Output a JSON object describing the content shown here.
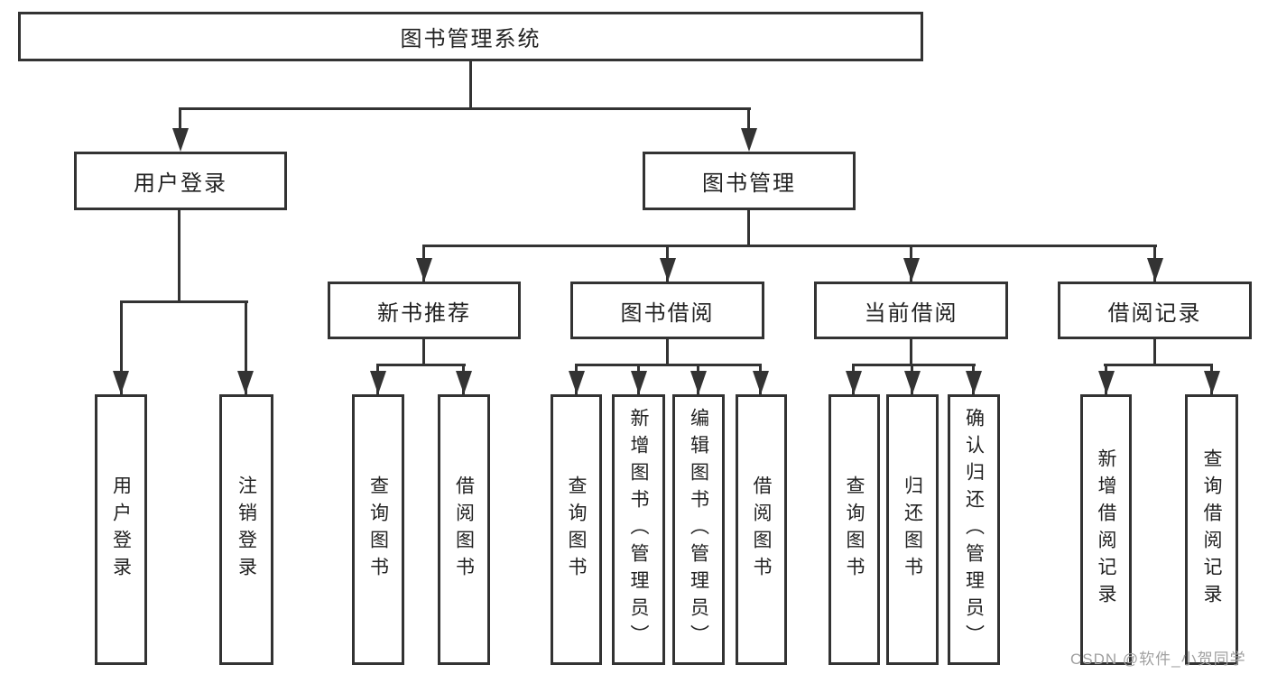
{
  "colors": {
    "line": "#333333",
    "text": "#222222",
    "background": "#ffffff",
    "watermark": "#a0a0a0"
  },
  "watermark": {
    "text": "CSDN @软件_小贺同学"
  },
  "tree": {
    "label": "图书管理系统",
    "children": [
      {
        "label": "用户登录",
        "children": [
          {
            "label": "用户登录"
          },
          {
            "label": "注销登录"
          }
        ]
      },
      {
        "label": "图书管理",
        "children": [
          {
            "label": "新书推荐",
            "children": [
              {
                "label": "查询图书"
              },
              {
                "label": "借阅图书"
              }
            ]
          },
          {
            "label": "图书借阅",
            "children": [
              {
                "label": "查询图书"
              },
              {
                "label": "新增图书（管理员）"
              },
              {
                "label": "编辑图书（管理员）"
              },
              {
                "label": "借阅图书"
              }
            ]
          },
          {
            "label": "当前借阅",
            "children": [
              {
                "label": "查询图书"
              },
              {
                "label": "归还图书"
              },
              {
                "label": "确认归还（管理员）"
              }
            ]
          },
          {
            "label": "借阅记录",
            "children": [
              {
                "label": "新增借阅记录"
              },
              {
                "label": "查询借阅记录"
              }
            ]
          }
        ]
      }
    ]
  }
}
